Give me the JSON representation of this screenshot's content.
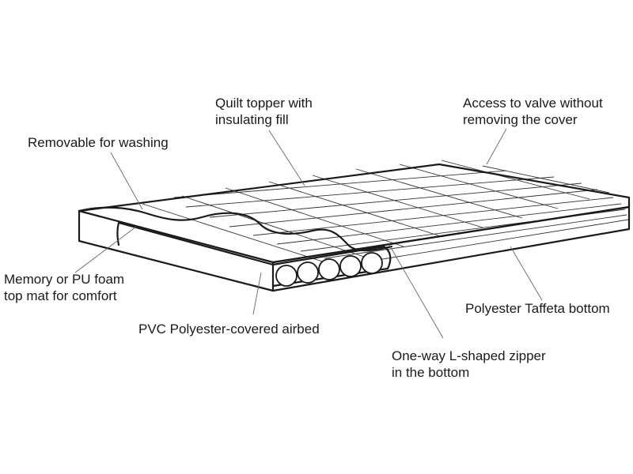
{
  "labels": {
    "quilt_topper": [
      "Quilt topper with",
      "insulating fill"
    ],
    "valve_access": [
      "Access to valve without",
      "removing the cover"
    ],
    "removable": [
      "Removable for washing"
    ],
    "memory_foam": [
      "Memory or PU foam",
      "top mat for comfort"
    ],
    "polyester_taffeta": [
      "Polyester Taffeta bottom"
    ],
    "pvc_airbed": [
      "PVC Polyester-covered airbed"
    ],
    "zipper": [
      "One-way L-shaped zipper",
      "in the bottom"
    ]
  },
  "colors": {
    "line": "#1a1a1a",
    "leader": "#666666",
    "background": "#ffffff"
  }
}
